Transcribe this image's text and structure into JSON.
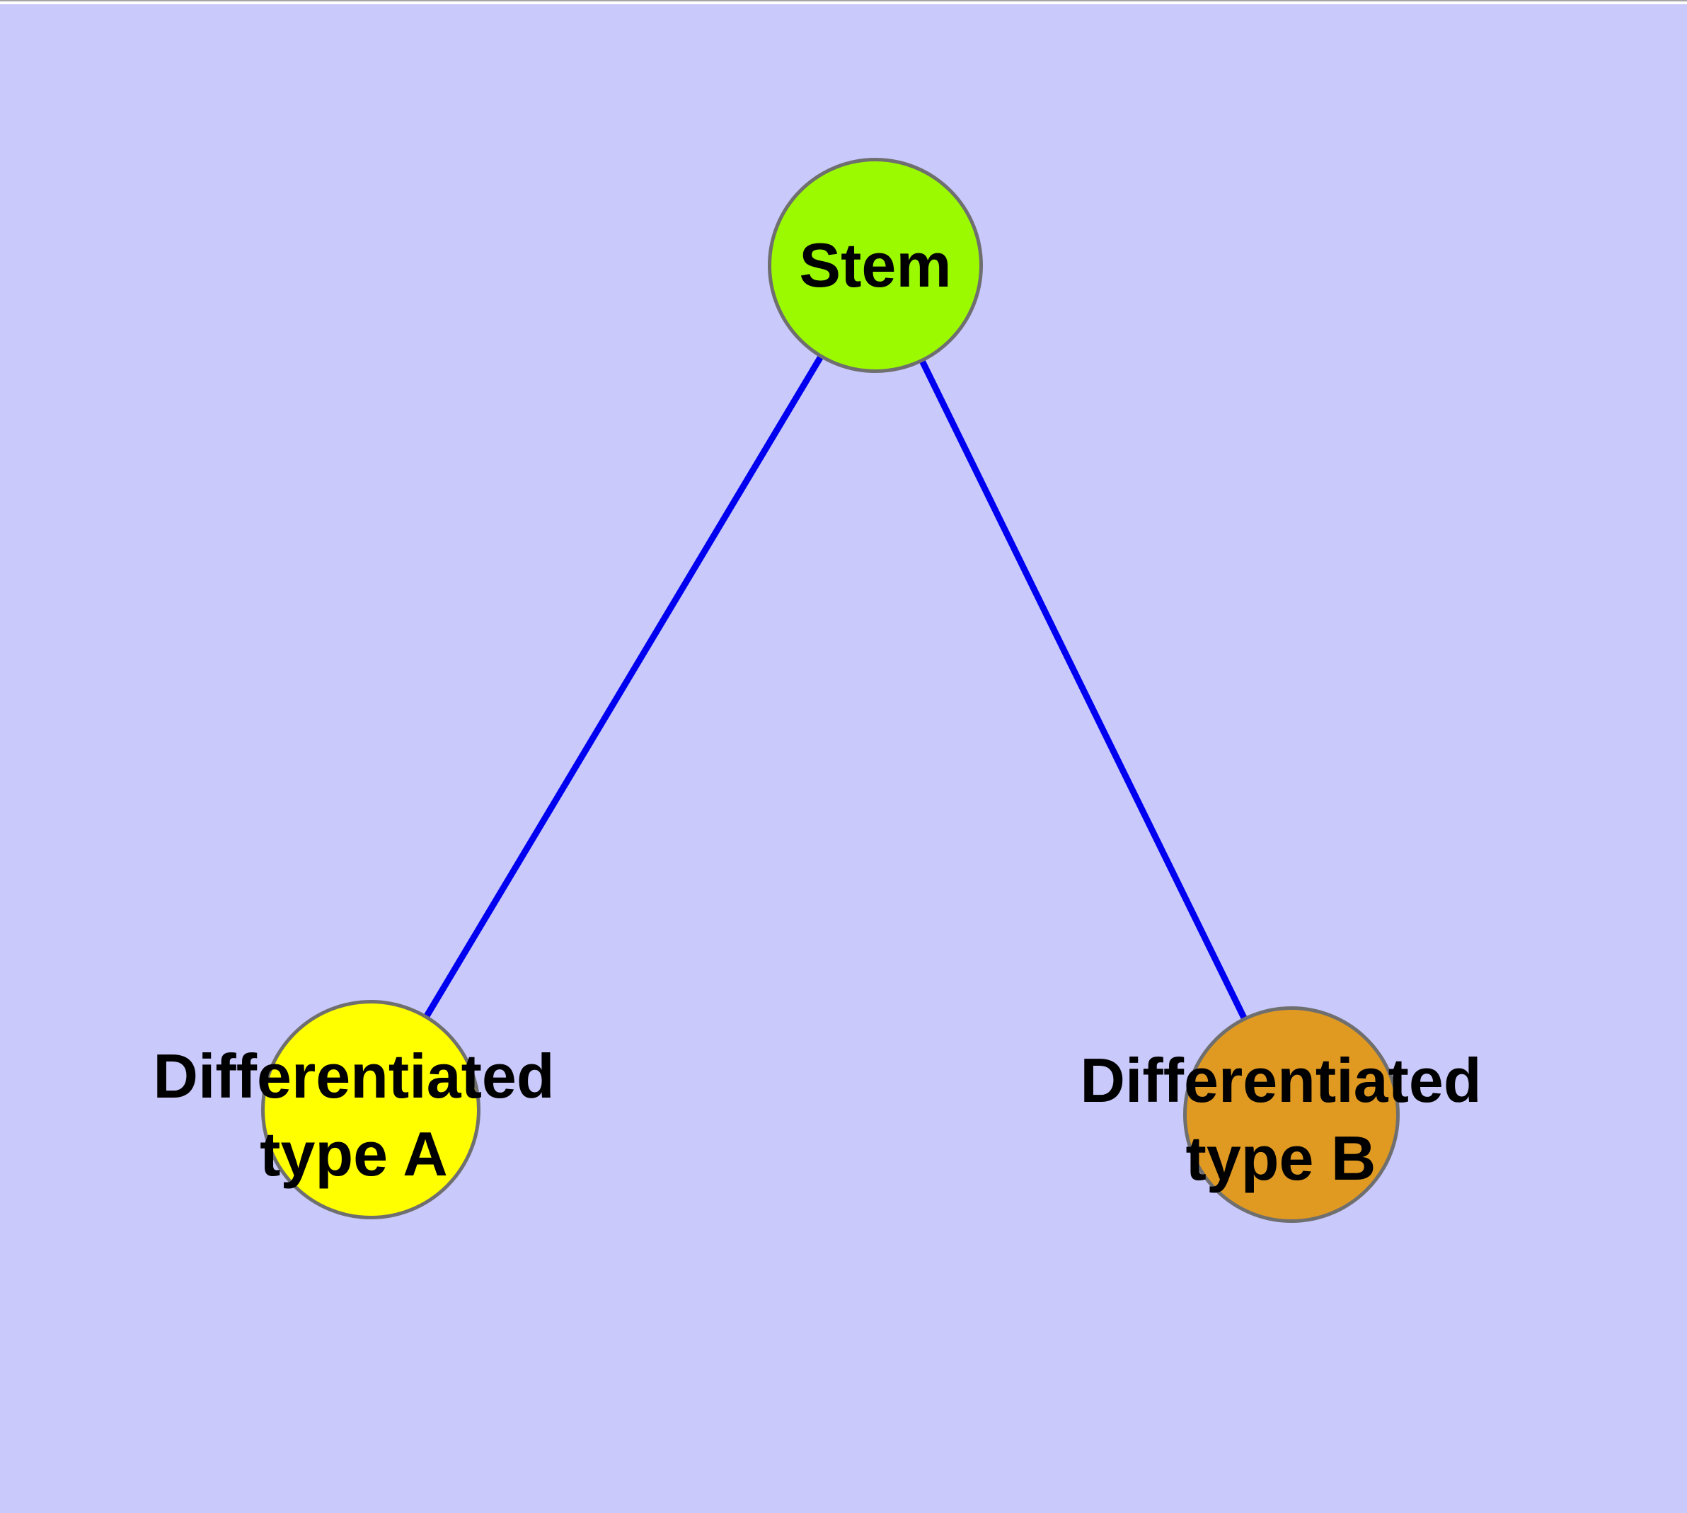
{
  "canvas": {
    "background_color": "#C9C9FC",
    "top_strip_color": "#FFFFFF",
    "top_strip_line_color": "#A6A6A6"
  },
  "text_color": "#000000",
  "nodes": [
    {
      "id": "stem",
      "label": "Stem",
      "shape": "circle",
      "fill_color": "#9BFA00",
      "border_color": "#6F6F6F"
    },
    {
      "id": "differentiated-type-a",
      "label_line1": "Differentiated",
      "label_line2": "type A",
      "label": "Differentiated type A",
      "shape": "circle",
      "fill_color": "#FFFF00",
      "border_color": "#6F6F6F"
    },
    {
      "id": "differentiated-type-b",
      "label_line1": "Differentiated",
      "label_line2": "type B",
      "label": "Differentiated type B",
      "shape": "circle",
      "fill_color": "#E09A22",
      "border_color": "#6F6F6F"
    }
  ],
  "edges": [
    {
      "id": "stem-to-differentiated-type-a",
      "from": "stem",
      "to": "differentiated-type-a",
      "color": "#0000F0"
    },
    {
      "id": "stem-to-differentiated-type-b",
      "from": "stem",
      "to": "differentiated-type-b",
      "color": "#0000F0"
    }
  ]
}
